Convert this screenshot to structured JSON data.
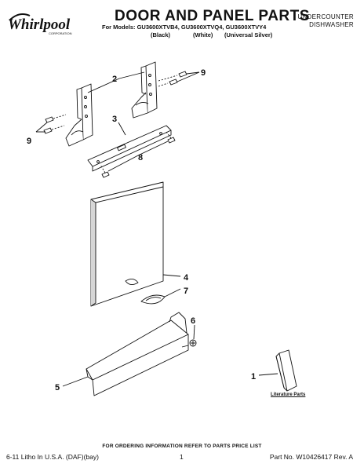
{
  "header": {
    "brand": "Whirlpool",
    "brand_tag": "CORPORATION",
    "title": "DOOR AND PANEL PARTS",
    "models_line": "For Models: GU3600XTVB4, GU3600XTVQ4, GU3600XTVY4",
    "finishes": [
      "(Black)",
      "(White)",
      "(Universal Silver)"
    ],
    "category_line1": "UNDERCOUNTER",
    "category_line2": "DISHWASHER"
  },
  "callouts": [
    "1",
    "2",
    "3",
    "4",
    "5",
    "6",
    "7",
    "8",
    "9",
    "9"
  ],
  "literature_label": "Literature Parts",
  "footer": {
    "ordering_note": "FOR ORDERING INFORMATION REFER TO PARTS PRICE LIST",
    "litho": "6-11 Litho In U.S.A. (DAF)(bay)",
    "page_number": "1",
    "part_number": "Part No. W10426417 Rev. A"
  },
  "colors": {
    "ink": "#111111",
    "paper": "#ffffff",
    "shade": "#cfcfcf"
  },
  "icons": [
    "whirlpool-logo-icon",
    "literature-book-icon"
  ]
}
